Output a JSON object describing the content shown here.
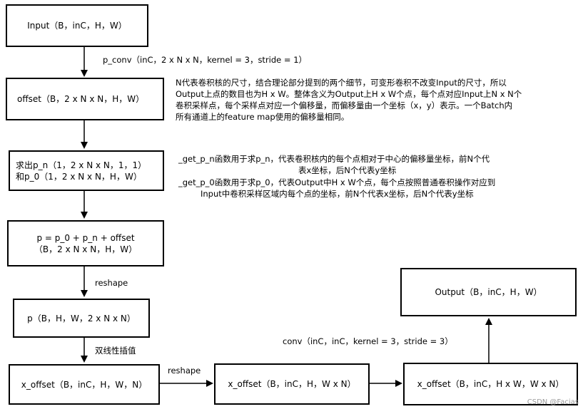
{
  "boxes": {
    "input": "Input（B，inC，H，W）",
    "offset": "offset（B，2 x N x N，H，W）",
    "pn_line1": "求出p_n（1，2 x N x N，1，1）",
    "pn_line2": "和p_0（1，2 x N x N，H，W）",
    "p_line1": "p = p_0 + p_n + offset",
    "p_line2": "（B，2 x N x N，H，W）",
    "p_reshaped": "p（B，H，W，2 x N x N）",
    "x_offset_1": "x_offset（B，inC，H，W，N）",
    "x_offset_2": "x_offset（B，inC，H，W x N）",
    "x_offset_3": "x_offset（B，inC，H x W，W x N）",
    "output": "Output（B，inC，H，W）"
  },
  "edge_labels": {
    "p_conv": "p_conv（inC，2 x N x N，kernel = 3，stride = 1）",
    "reshape_1": "reshape",
    "bilinear": "双线性插值",
    "reshape_2": "reshape",
    "conv": "conv（inC，inC，kernel = 3，stride = 3）"
  },
  "notes": {
    "offset_note": [
      "N代表卷积核的尺寸，结合理论部分提到的两个细节，可变形卷积不改变Input的尺寸，所以",
      "Output上点的数目也为H x W。整体含义为Output上H x W个点，每个点对应Input上N x N个",
      "卷积采样点，每个采样点对应一个偏移量，而偏移量由一个坐标（x，y）表示。一个Batch内",
      "所有通道上的feature map使用的偏移量相同。"
    ],
    "get_pn_line1": "_get_p_n函数用于求p_n，代表卷积核内的每个点相对于中心的偏移量坐标，前N个代",
    "get_pn_line2": "表x坐标，后N个代表y坐标",
    "get_p0_line1": "_get_p_0函数用于求p_0，代表Output中H x W个点，每个点按照普通卷积操作对应到",
    "get_p0_line2": "Input中卷积采样区域内每个点的坐标，前N个代表x坐标，后N个代表y坐标"
  },
  "watermark": "CSDN @Facias"
}
